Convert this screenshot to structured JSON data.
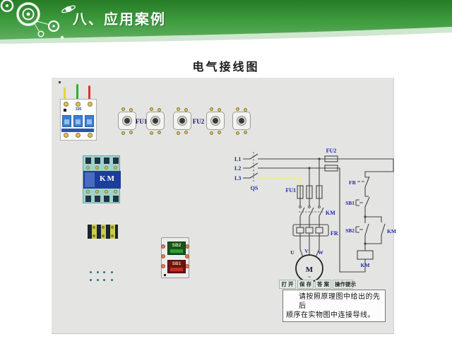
{
  "header": {
    "title": "八、应用案例"
  },
  "slide": {
    "title": "电气接线图"
  },
  "panel": {
    "components": {
      "breaker_marking": "335",
      "fu1_label": "FU1",
      "fu2_label": "FU2",
      "contactor_label": "KM",
      "sb2_label": "SB2",
      "sb1_label": "SB1"
    },
    "schematic": {
      "l1": "L1",
      "l2": "L2",
      "l3": "L3",
      "qs": "QS",
      "fu2": "FU2",
      "fu1": "FU1",
      "km_main": "KM",
      "fr_element": "FR",
      "u": "U",
      "v": "V",
      "w": "W",
      "motor": "M",
      "motor_wave": "~",
      "fr_contact": "FR",
      "sb1": "SB1",
      "sb2": "SB2",
      "km_aux": "KM",
      "km_coil": "KM"
    },
    "toolbar": {
      "open": "打 开",
      "save": "保 存",
      "answer": "答 案",
      "hint": "操作提示"
    },
    "tooltip": {
      "line1": "请按照原理图中给出的先后",
      "line2": "顺序在实物图中连接导线。"
    }
  },
  "colors": {
    "header_green": "#2e8b2e",
    "label_blue": "#2028a8",
    "highlight_wire": "#eded8f"
  }
}
